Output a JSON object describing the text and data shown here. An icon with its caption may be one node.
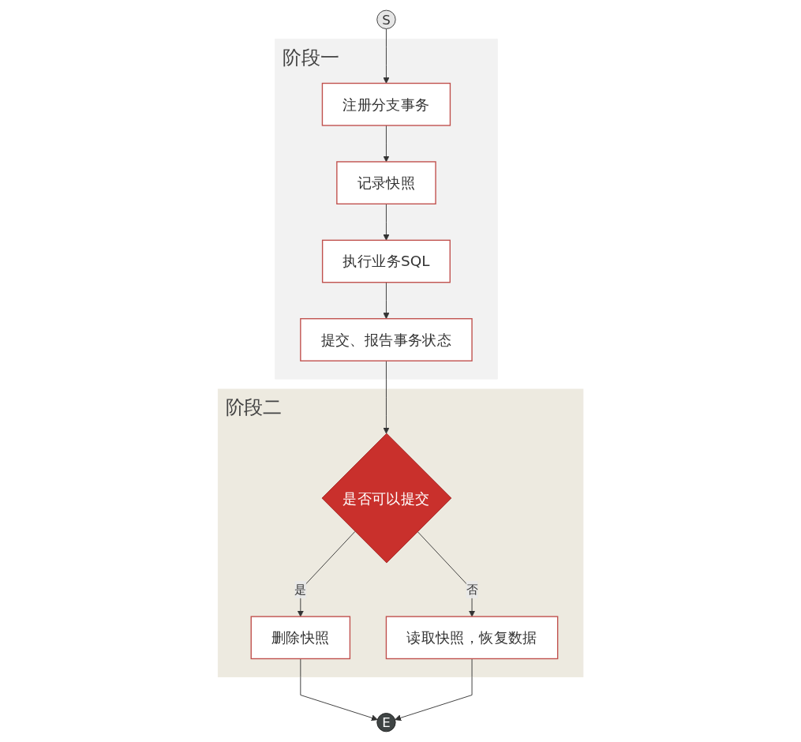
{
  "diagram": {
    "nodes": [
      {
        "text": [
          "S"
        ]
      },
      {
        "text": [
          "阶段一"
        ]
      },
      {
        "text": [
          "注册分支事务"
        ],
        "in": 1
      },
      {
        "text": [
          "记录快照"
        ],
        "in": 1
      },
      {
        "text": [
          "执行业务SQL"
        ],
        "in": 1
      },
      {
        "text": [
          "提交、报告事务状态"
        ],
        "in": 1
      },
      {
        "text": [
          "阶段二"
        ]
      },
      {
        "text": [
          "是否可以提交"
        ],
        "in": 6
      },
      {
        "text": [
          "删除快照"
        ],
        "in": 6
      },
      {
        "text": [
          "读取快照，恢复数据"
        ],
        "in": 6
      },
      {
        "text": [
          "E"
        ]
      }
    ],
    "edges": [
      {
        "from": 0,
        "to": 2,
        "arrow": "to"
      },
      {
        "from": 2,
        "to": 3,
        "arrow": "to"
      },
      {
        "from": 3,
        "to": 4,
        "arrow": "to"
      },
      {
        "from": 4,
        "to": 5,
        "arrow": "to"
      },
      {
        "from": 5,
        "to": 7,
        "arrow": "to"
      },
      {
        "from": 7,
        "to": 8,
        "arrow": "to",
        "label": "是"
      },
      {
        "from": 7,
        "to": 9,
        "arrow": "to",
        "label": "否"
      },
      {
        "from": 8,
        "to": 10,
        "arrow": "to"
      },
      {
        "from": 9,
        "to": 10,
        "arrow": "to"
      }
    ]
  }
}
